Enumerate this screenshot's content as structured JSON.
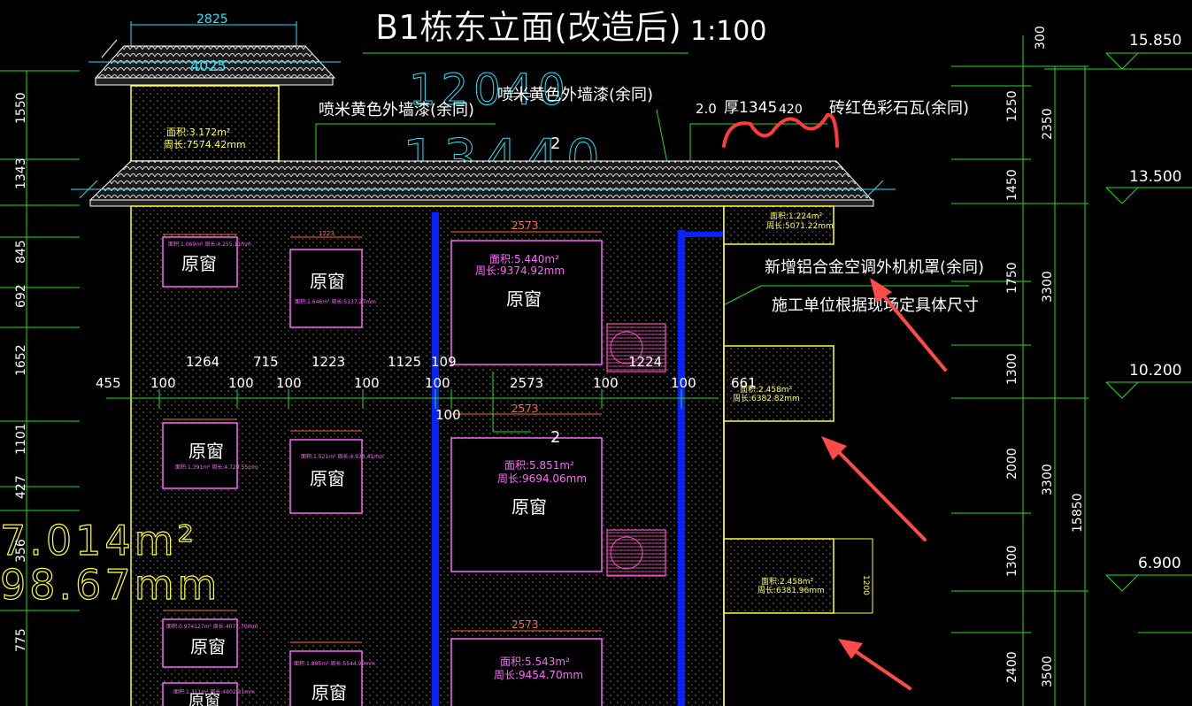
{
  "title": "B1栋东立面(改造后)",
  "scale": "1:100",
  "colors": {
    "bg": "#000000",
    "wall": "#ffff33",
    "window": "#ff66ff",
    "dim": "#22dd22",
    "dim_text": "#ffffff",
    "column": "#0a22ff",
    "roof": "#cfcfcf",
    "cyan": "#22e5ff",
    "arrow": "#ff4a4a",
    "area_text": "#ffff44",
    "window_dim": "#ff6a2a"
  },
  "top_dims": {
    "tower_width": "2825",
    "tower_eave": "4025"
  },
  "big_dims": {
    "d1": "12040",
    "d2": "13440",
    "mark": "2",
    "mark2": "2"
  },
  "annotations": {
    "paint1": "喷米黄色外墙漆(余同)",
    "paint2": "喷米黄色外墙漆(余同)",
    "roof_note_a": "2.0",
    "roof_note_b": "厚1345",
    "roof_note_c": "420",
    "tile": "砖红色彩石瓦(余同)",
    "ac_line1": "新增铝合金空调外机机罩(余同)",
    "ac_line2": "施工单位根据现场定具体尺寸"
  },
  "areas": {
    "tower": {
      "area": "面积:3.172m²",
      "perim": "周长:7574.42mm"
    },
    "sideA": {
      "area": "面积:1.224m²",
      "perim": "周长:5071.22mm"
    },
    "sideB": {
      "area": "面积:2.458m²",
      "perim": "周长:6382.82mm"
    },
    "sideC": {
      "area": "面积:2.458m²",
      "perim": "周长:6381.96mm"
    },
    "w3a": {
      "area": "面积:5.440m²",
      "perim": "周长:9374.92mm"
    },
    "w3b": {
      "area": "面积:5.851m²",
      "perim": "周长:9694.06mm"
    },
    "w3c": {
      "area": "面积:5.543m²",
      "perim": "周长:9454.70mm"
    },
    "big_area": "7.014m²",
    "big_perim": "98.67mm"
  },
  "windows": {
    "label": "原窗",
    "w1_dim": "1264",
    "w2_dim": "1223",
    "w3_dim": "2573",
    "w1a": "面积:1.069m² 周长:4.255.11mm",
    "w2a": "面积:1.646m² 周长:5137.27mm",
    "w1b": "面积:1.391m² 周长:4.729.55mm",
    "w2b": "面积:1.521m² 周长:4.933.41mm",
    "w1c": "面积:0.974127m² 周长:4077.70mm",
    "w2c": "面积:1.895m² 周长:5544.99mm",
    "w1d": "面积:1.311m² 周长:4602.31mm"
  },
  "h_dims": [
    "1264",
    "715",
    "1223",
    "1125",
    "109",
    "1224"
  ],
  "h_dims2": [
    "455",
    "100",
    "100",
    "100",
    "100",
    "100",
    "2573",
    "100",
    "100",
    "661",
    "100"
  ],
  "left_dims": [
    "1550",
    "1343",
    "845",
    "692",
    "1652",
    "1101",
    "427",
    "356",
    "775"
  ],
  "right_dims1": [
    "300",
    "1250",
    "1450",
    "1750",
    "1300",
    "2000",
    "1300",
    "2400"
  ],
  "right_dims2": [
    "2350",
    "3300",
    "3300",
    "3500"
  ],
  "right_total": "15850",
  "side_dim": "1200",
  "levels": [
    "15.850",
    "13.500",
    "10.200",
    "6.900"
  ]
}
